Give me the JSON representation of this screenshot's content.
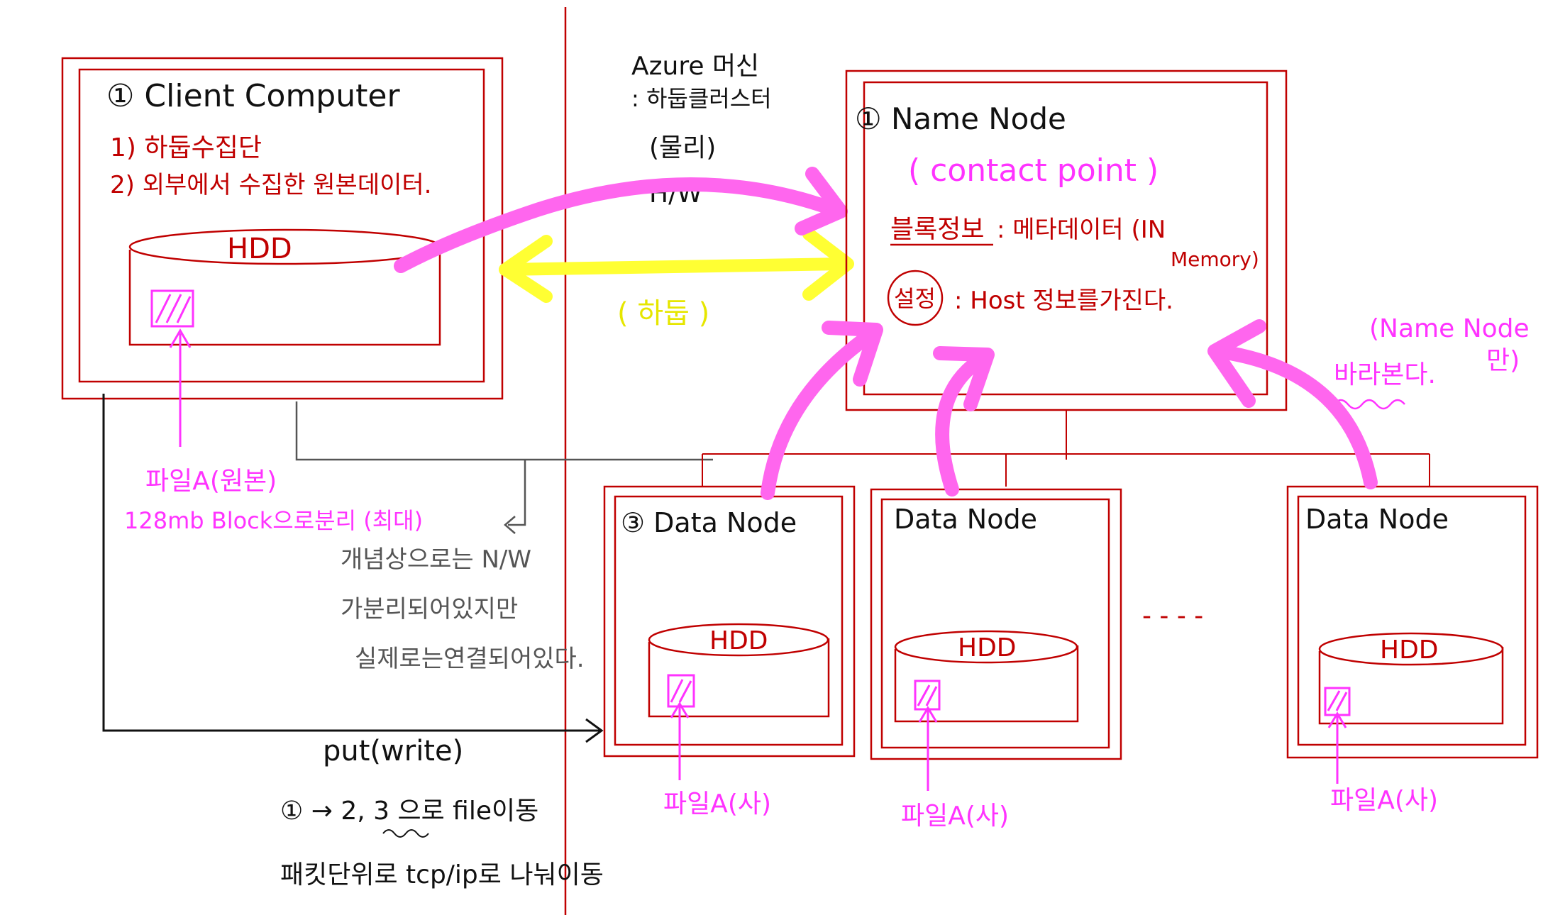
{
  "colors": {
    "red": "#c00000",
    "magenta": "#ff33ff",
    "pink_arrow": "#ff66ee",
    "yellow_arrow": "#ffff33",
    "yellow_text": "#e6e600",
    "gray": "#555555",
    "black": "#111111"
  },
  "client": {
    "title": "① Client Computer",
    "line1": "1) 하둡수집단",
    "line2": "2) 외부에서 수집한 원본데이터.",
    "hdd": "HDD",
    "file_label": "파일A(원본)",
    "block_label": "128mb Block으로분리 (최대)"
  },
  "center": {
    "vm_line1": "Azure 머신",
    "vm_line2": ": 하둡클러스터",
    "vm_line3": "(물리)",
    "vm_line4": "H/W",
    "hadoop": "( 하둡 )"
  },
  "namenode": {
    "title": "① Name Node",
    "contact": "( contact point )",
    "block_info_label": "블록정보",
    "block_info_text": ": 메타데이터 (IN",
    "block_info_text2": "Memory)",
    "setting_label": "설정",
    "setting_text": ": Host 정보를가진다."
  },
  "side_note": {
    "line1": "(Name Node",
    "line2": "만)",
    "line3": "바라본다."
  },
  "gray_note": {
    "line1": "개념상으로는 N/W",
    "line2": "가분리되어있지만",
    "line3": "실제로는연결되어있다."
  },
  "datanodes": [
    {
      "title": "③ Data Node",
      "hdd": "HDD",
      "file": "파일A(사)"
    },
    {
      "title": "Data Node",
      "hdd": "HDD",
      "file": "파일A(사)"
    },
    {
      "title": "Data Node",
      "hdd": "HDD",
      "file": "파일A(사)"
    }
  ],
  "ellipsis": "- - - -",
  "bottom": {
    "put": "put(write)",
    "step": "① → 2, 3 으로 file이동",
    "packet": "패킷단위로 tcp/ip로 나눠이동"
  }
}
